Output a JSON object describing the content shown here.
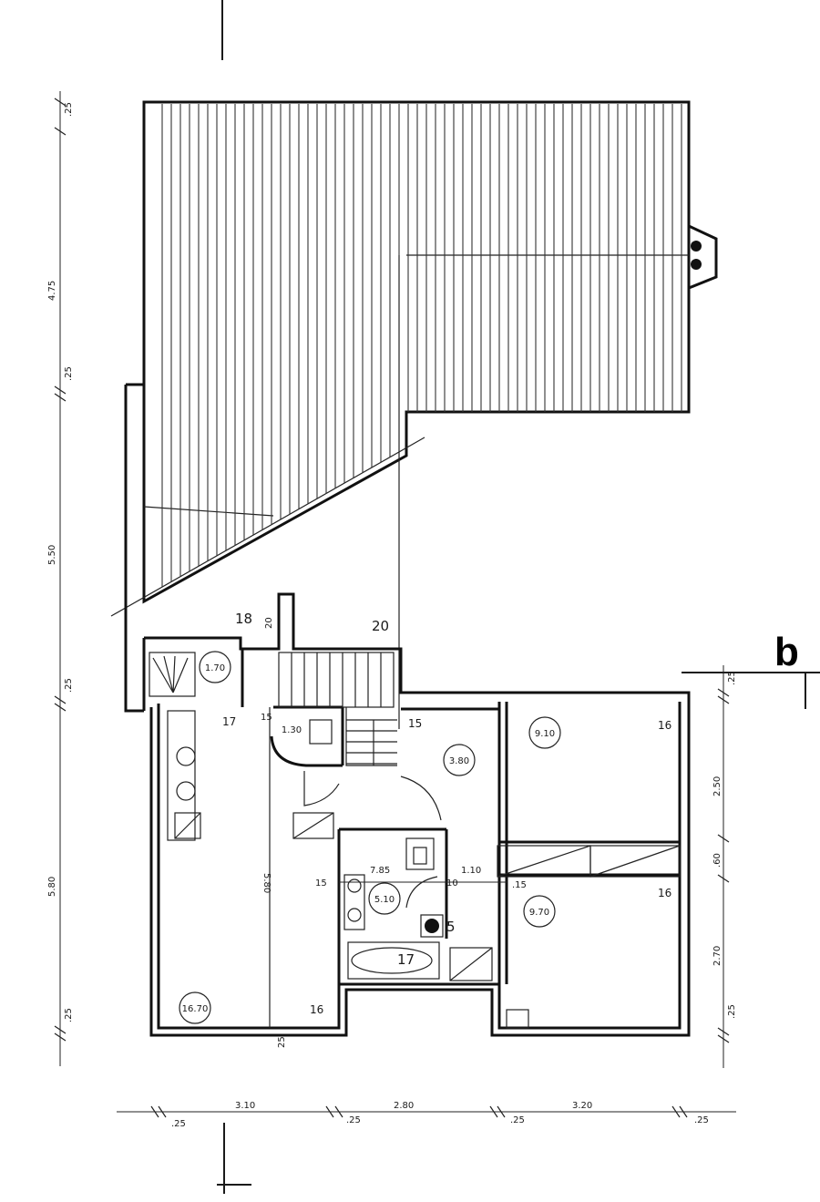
{
  "section_mark": "b",
  "room_areas": {
    "living": "16.70",
    "hall": "1.70",
    "wc": "1.30",
    "corridor": "3.80",
    "bath": "5.10",
    "room_upper": "9.10",
    "room_lower": "9.70"
  },
  "labels": {
    "n18": "18",
    "n20": "20",
    "n17_hall": "17",
    "n15_stair": "15",
    "n16_upper": "16",
    "n16_lower": "16",
    "n16_living": "16",
    "n17_bath": "17",
    "n5": "5",
    "dim_580_int": "5.80",
    "dim_785": "7.85",
    "dim_110": "1.10",
    "dim_15a": "15",
    "dim_15b": "15",
    "dim_10": "10",
    "dim_15c": ".15",
    "dim_20v": "20",
    "dim_25b": "25"
  },
  "dims_bottom": {
    "d1": "3.10",
    "d2": "2.80",
    "d3": "3.20",
    "s1": ".25",
    "s2": ".25",
    "s3": ".25",
    "s4": ".25"
  },
  "dims_left": {
    "d_top": ".25",
    "d_475": "4.75",
    "d_25a": ".25",
    "d_550": "5.50",
    "d_25b": ".25",
    "d_580": "5.80",
    "d_25c": ".25"
  },
  "dims_right": {
    "d_25a": ".25",
    "d_250": "2.50",
    "d_60": ".60",
    "d_270": "2.70",
    "d_25b": ".25"
  }
}
